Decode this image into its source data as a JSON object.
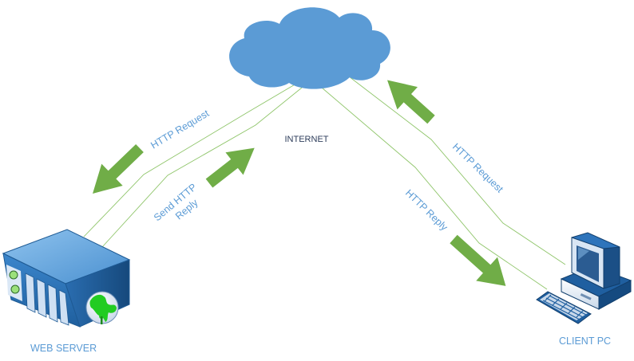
{
  "labels": {
    "internet": "INTERNET",
    "web_server": "WEB SERVER",
    "client_pc": "CLIENT PC",
    "left_request": "HTTP Request",
    "left_reply_line1": "Send HTTP",
    "left_reply_line2": "Reply",
    "right_request": "HTTP Request",
    "right_reply": "HTTP Reply"
  },
  "colors": {
    "cloud": "#5b9bd5",
    "arrow": "#70ad47",
    "link_line": "#8fc56a",
    "text": "#5b9bd5",
    "server_body": "#2e75b6",
    "globe": "#22cc22"
  },
  "icons": {
    "server": "server-icon",
    "client": "desktop-pc-icon",
    "cloud": "cloud-icon"
  }
}
